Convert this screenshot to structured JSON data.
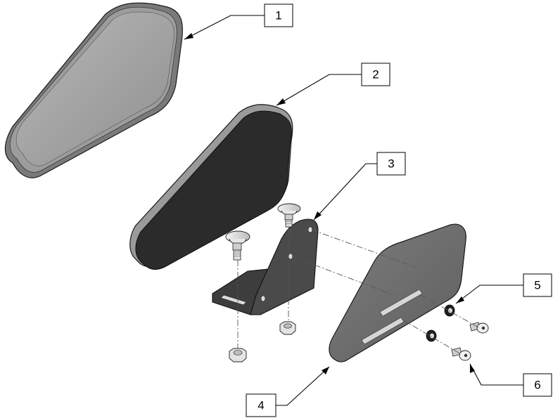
{
  "callouts": [
    {
      "id": "1",
      "label": "1"
    },
    {
      "id": "2",
      "label": "2"
    },
    {
      "id": "3",
      "label": "3"
    },
    {
      "id": "4",
      "label": "4"
    },
    {
      "id": "5",
      "label": "5"
    },
    {
      "id": "6",
      "label": "6"
    }
  ],
  "colors": {
    "cover_fill": "#a5a5a5",
    "cushion_fill": "#2b2b2b",
    "bracket_fill": "#4a4a4a",
    "plate_fill": "#707070",
    "hardware_fill": "#d9d9d9",
    "line": "#000000"
  }
}
